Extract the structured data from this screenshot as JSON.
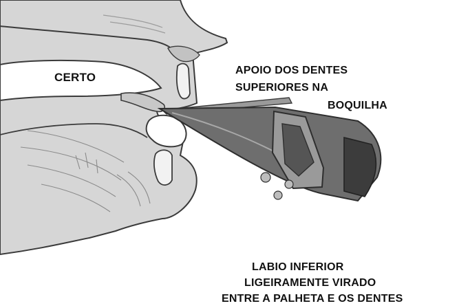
{
  "labels": {
    "certo": "CERTO",
    "apoio_line1": "APOIO DOS DENTES",
    "apoio_line2": "SUPERIORES NA",
    "apoio_line3": "BOQUILHA",
    "labio_line1": "LABIO INFERIOR",
    "labio_line2": "LIGEIRAMENTE VIRADO",
    "labio_line3": "ENTRE A PALHETA E OS DENTES"
  },
  "colors": {
    "skin": "#d6d6d6",
    "skin_shade": "#bdbdbd",
    "line": "#3a3a3a",
    "mouthpiece": "#6e6e6e",
    "mouthpiece_dark": "#3c3c3c",
    "ligature": "#9a9a9a",
    "highlight": "#ffffff"
  }
}
